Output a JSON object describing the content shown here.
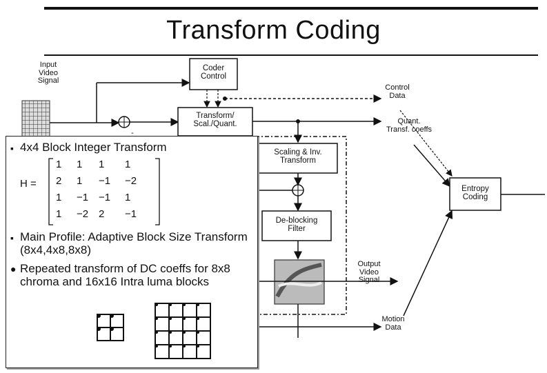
{
  "title": "Transform Coding",
  "labels": {
    "input": [
      "Input",
      "Video",
      "Signal"
    ],
    "coder_control": [
      "Coder",
      "Control"
    ],
    "transform": [
      "Transform/",
      "Scal./Quant."
    ],
    "control_data": [
      "Control",
      "Data"
    ],
    "quant_coeffs": [
      "Quant.",
      "Transf. coeffs"
    ],
    "scaling": [
      "Scaling & Inv.",
      "Transform"
    ],
    "entropy": [
      "Entropy",
      "Coding"
    ],
    "deblocking": [
      "De-blocking",
      "Filter"
    ],
    "output": [
      "Output",
      "Video",
      "Signal"
    ],
    "motion": [
      "Motion",
      "Data"
    ],
    "minus": "-"
  },
  "overlay": {
    "bullets": [
      "4x4 Block Integer Transform",
      "Main Profile: Adaptive Block Size Transform (8x4,4x8,8x8)",
      "Repeated transform of DC coeffs for 8x8 chroma and 16x16 Intra luma blocks"
    ],
    "matrix_name": "H =",
    "matrix": [
      [
        "1",
        "1",
        "1",
        "1"
      ],
      [
        "2",
        "1",
        "−1",
        "−2"
      ],
      [
        "1",
        "−1",
        "−1",
        "1"
      ],
      [
        "1",
        "−2",
        "2",
        "−1"
      ]
    ]
  }
}
